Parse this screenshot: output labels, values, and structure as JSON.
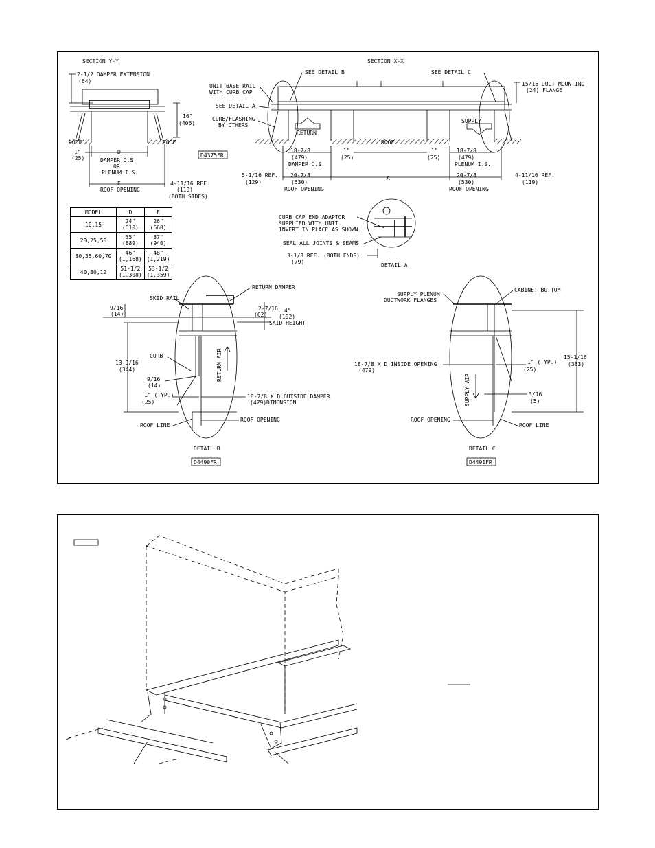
{
  "top": {
    "section_yy": {
      "title": "SECTION Y-Y",
      "damper_extension": "2-1/2 DAMPER EXTENSION",
      "damper_extension_mm": "(64)",
      "height_in": "16\"",
      "height_mm": "(406)",
      "roof": "ROOF",
      "one_in": "1\"",
      "one_mm": "(25)",
      "d_label": "D",
      "damper_os": "DAMPER O.S.",
      "or": "OR",
      "plenum_is": "PLENUM I.S.",
      "e_label": "E",
      "roof_opening": "ROOF OPENING",
      "ref_in": "4-11/16 REF.",
      "ref_mm": "(119)",
      "both_sides": "(BOTH SIDES)",
      "drawing_no": "D4375FR"
    },
    "section_xx": {
      "title": "SECTION X-X",
      "see_detail_b": "SEE DETAIL B",
      "see_detail_c": "SEE DETAIL C",
      "unit_base_rail": "UNIT BASE RAIL",
      "with_curb_cap": "WITH CURB CAP",
      "see_detail_a": "SEE DETAIL A",
      "curb_flashing": "CURB/FLASHING",
      "by_others": "BY OTHERS",
      "return": "RETURN",
      "supply": "SUPPLY",
      "roof": "ROOF",
      "duct_flange": "15/16 DUCT MOUNTING",
      "duct_flange_mm": "(24)  FLANGE",
      "left_18": "18-7/8",
      "left_18_mm": "(479)",
      "damper_os": "DAMPER O.S.",
      "one_in_l": "1\"",
      "one_mm_l": "(25)",
      "one_in_r": "1\"",
      "one_mm_r": "(25)",
      "right_18": "18-7/8",
      "right_18_mm": "(479)",
      "plenum_is": "PLENUM I.S.",
      "left_ref": "5-1/16 REF.",
      "left_ref_mm": "(129)",
      "left_20": "20-7/8",
      "left_20_mm": "(530)",
      "roof_opening_l": "ROOF OPENING",
      "a_label": "A",
      "right_20": "20-7/8",
      "right_20_mm": "(530)",
      "roof_opening_r": "ROOF OPENING",
      "right_ref": "4-11/16 REF.",
      "right_ref_mm": "(119)"
    },
    "table": {
      "headers": [
        "MODEL",
        "D",
        "E"
      ],
      "rows": [
        [
          "10,15",
          "24\"\n(610)",
          "26\"\n(660)"
        ],
        [
          "20,25,50",
          "35\"\n(889)",
          "37\"\n(940)"
        ],
        [
          "30,35,60,70",
          "46\"\n(1,168)",
          "48\"\n(1,219)"
        ],
        [
          "40,80,12",
          "51-1/2\n(1,308)",
          "53-1/2\n(1,359)"
        ]
      ]
    },
    "detail_a": {
      "adaptor_1": "CURB CAP END ADAPTOR",
      "adaptor_2": "SUPPLIED WITH UNIT.",
      "adaptor_3": "INVERT IN PLACE AS SHOWN.",
      "seal": "SEAL ALL JOINTS & SEAMS",
      "ref": "3-1/8 REF. (BOTH ENDS)",
      "ref_mm": "(79)",
      "label": "DETAIL A"
    },
    "detail_b": {
      "return_damper": "RETURN DAMPER",
      "skid_rail": "SKID RAIL",
      "nine16": "9/16",
      "nine16_mm": "(14)",
      "two_716": "2-7/16",
      "two_716_mm": "(62)",
      "four": "4\"",
      "four_mm": "(102)",
      "skid_height": "SKID HEIGHT",
      "curb": "CURB",
      "thirteen": "13-9/16",
      "thirteen_mm": "(344)",
      "return_air": "RETURN AIR",
      "nine16b": "9/16",
      "nine16b_mm": "(14)",
      "one_typ": "1\" (TYP.)",
      "one_typ_mm": "(25)",
      "outside_dim": "18-7/8 X D OUTSIDE DAMPER",
      "outside_dim2": "DIMENSION",
      "outside_mm": "(479)",
      "roof_line": "ROOF LINE",
      "roof_opening": "ROOF OPENING",
      "label": "DETAIL B",
      "drawing_no": "D4490FR"
    },
    "detail_c": {
      "supply_plenum": "SUPPLY PLENUM",
      "ductwork_flanges": "DUCTWORK FLANGES",
      "cabinet_bottom": "CABINET BOTTOM",
      "inside_opening": "18-7/8 X D INSIDE OPENING",
      "inside_mm": "(479)",
      "supply_air": "SUPPLY AIR",
      "one_typ": "1\" (TYP.)",
      "one_typ_mm": "(25)",
      "fifteen": "15-1/16",
      "fifteen_mm": "(383)",
      "three16": "3/16",
      "three16_mm": "(5)",
      "roof_opening": "ROOF OPENING",
      "roof_line": "ROOF LINE",
      "label": "DETAIL C",
      "drawing_no": "D4491FR"
    }
  }
}
